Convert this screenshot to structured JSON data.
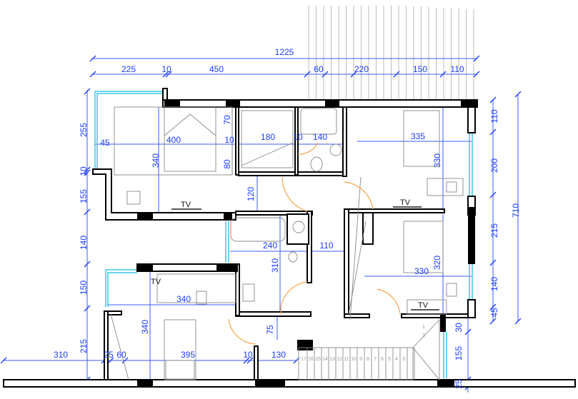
{
  "title": "Apartment floor plan",
  "top_dims": {
    "total": "1225",
    "segments": [
      "225",
      "10",
      "450",
      "60",
      "220",
      "150",
      "110"
    ]
  },
  "right_dims": {
    "total": "710",
    "segments": [
      "110",
      "200",
      "215",
      "140",
      "45",
      "30",
      "155",
      "25"
    ]
  },
  "left_dims": [
    "255",
    "10",
    "155",
    "140",
    "150",
    "215"
  ],
  "bottom_dims": [
    "310",
    "25",
    "60",
    "395",
    "10",
    "130"
  ],
  "interior_dims": {
    "bedroom1_offset": "45",
    "bedroom1_width": "400",
    "bedroom1_depth": "340",
    "closet_depth": "70",
    "wall_a": "10",
    "closet_width": "180",
    "wall_b": "10",
    "wc_width": "140",
    "closet2_depth": "80",
    "hall_depth": "120",
    "bedroom2_width": "335",
    "bedroom2_depth": "330",
    "bath_width": "240",
    "hall_width": "110",
    "bath_depth": "310",
    "bedroom3_width": "330",
    "bedroom3_depth": "320",
    "kitchen_width": "340",
    "living_depth": "340",
    "entry_depth": "75"
  },
  "tv_labels": [
    "TV",
    "TV",
    "TV",
    "TV"
  ],
  "stair_numbers": [
    "17",
    "16",
    "15",
    "14",
    "13",
    "12",
    "11",
    "10",
    "9",
    "8",
    "7",
    "6",
    "5",
    "4",
    "3",
    "2",
    "1"
  ],
  "colors": {
    "dimension": "#1a3cff",
    "window": "#39c9e6",
    "door": "#f5a54a",
    "wall": "#000000"
  }
}
